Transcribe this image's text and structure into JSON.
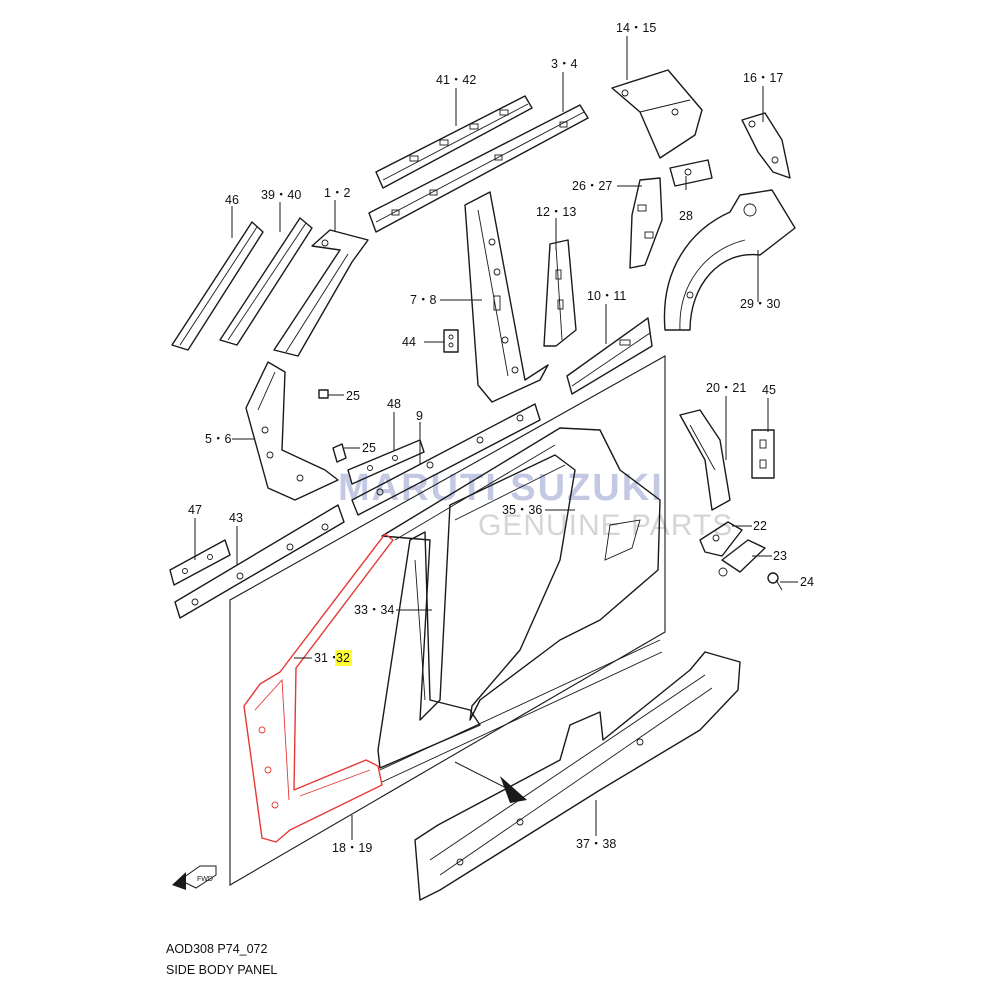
{
  "labels": {
    "p14_15": "14・15",
    "p3_4": "3・4",
    "p41_42": "41・42",
    "p16_17": "16・17",
    "p46": "46",
    "p39_40": "39・40",
    "p1_2": "1・2",
    "p26_27": "26・27",
    "p12_13": "12・13",
    "p28": "28",
    "p7_8": "7・8",
    "p10_11": "10・11",
    "p29_30": "29・30",
    "p44": "44",
    "p25a": "25",
    "p25b": "25",
    "p48": "48",
    "p9": "9",
    "p5_6": "5・6",
    "p20_21": "20・21",
    "p45": "45",
    "p47": "47",
    "p43": "43",
    "p35_36": "35・36",
    "p22": "22",
    "p23": "23",
    "p24": "24",
    "p33_34": "33・34",
    "p31": "31・",
    "p32": "32",
    "p18_19": "18・19",
    "p37_38": "37・38"
  },
  "highlight": {
    "part": "32",
    "color": "#ffff33",
    "outline_color": "#e53935"
  },
  "watermark": {
    "brand": "MARUTI SUZUKI",
    "sub": "GENUINE PARTS"
  },
  "fwd_mark": "FWD",
  "caption": {
    "code": "AOD308 P74_072",
    "title": "SIDE BODY PANEL"
  },
  "colors": {
    "line": "#1a1a1a",
    "highlight_outline": "#e53935",
    "label_highlight": "#ffff33"
  }
}
